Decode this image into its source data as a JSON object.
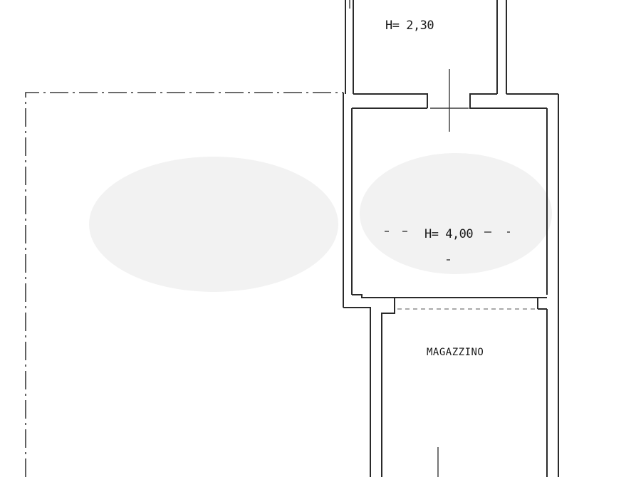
{
  "rooms": {
    "top_room": {
      "height_label": "H= 2,30"
    },
    "middle_room": {
      "height_label": "H= 4,00"
    },
    "bottom_room": {
      "name_label": "MAGAZZINO"
    }
  }
}
